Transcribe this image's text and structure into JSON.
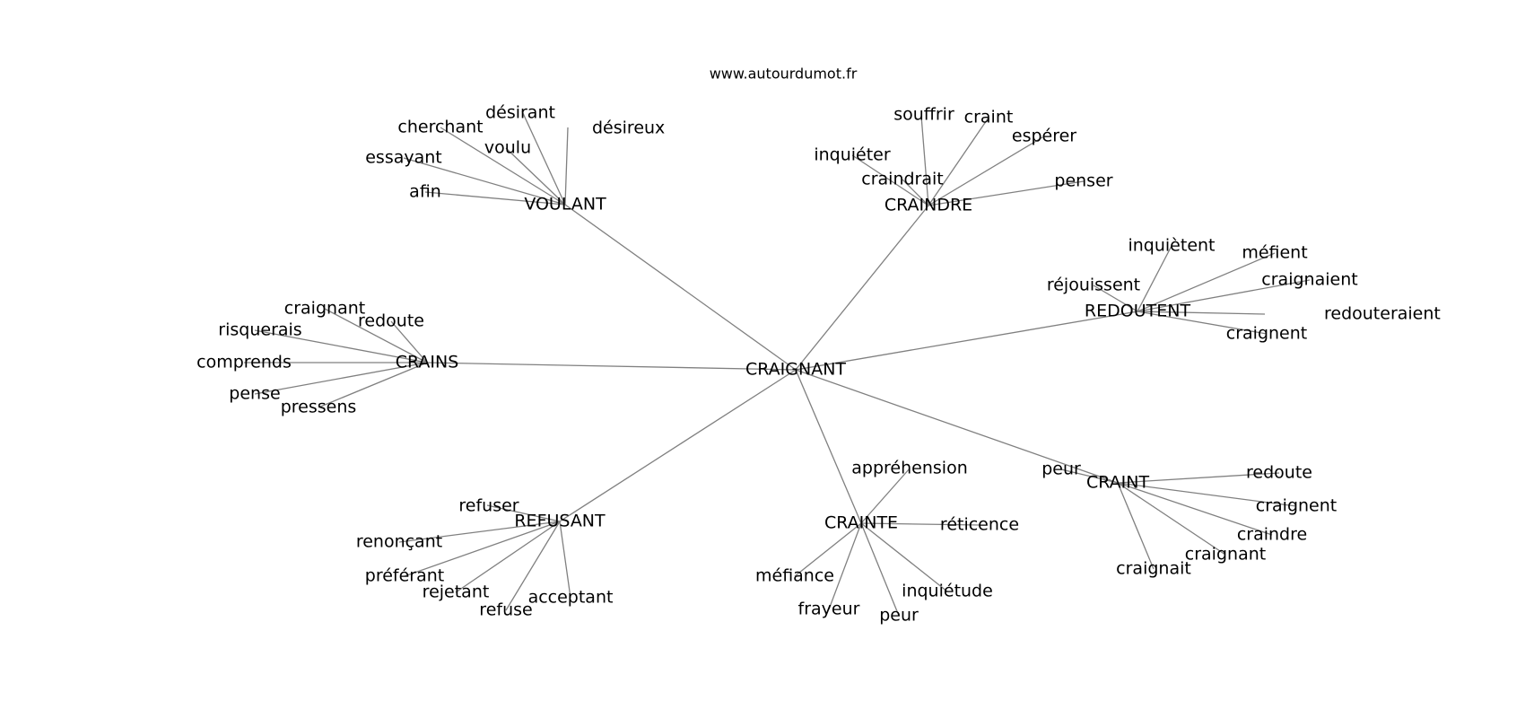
{
  "site": "www.autourdumot.fr",
  "colors": {
    "edge": "#808080",
    "text": "#000000",
    "background": "#ffffff"
  },
  "graph": {
    "center": "CRAIGNANT",
    "hubs": [
      {
        "id": "VOULANT",
        "label": "VOULANT",
        "leaves": [
          "désirant",
          "cherchant",
          "désireux",
          "voulu",
          "essayant",
          "afin"
        ]
      },
      {
        "id": "CRAINDRE",
        "label": "CRAINDRE",
        "leaves": [
          "souffrir",
          "craint",
          "espérer",
          "inquiéter",
          "craindrait",
          "penser"
        ]
      },
      {
        "id": "REDOUTENT",
        "label": "REDOUTENT",
        "leaves": [
          "inquiètent",
          "méfient",
          "réjouissent",
          "craignaient",
          "redouteraient",
          "craignent"
        ]
      },
      {
        "id": "CRAINS",
        "label": "CRAINS",
        "leaves": [
          "craignant",
          "redoute",
          "risquerais",
          "comprends",
          "pense",
          "pressens"
        ]
      },
      {
        "id": "REFUSANT",
        "label": "REFUSANT",
        "leaves": [
          "refuser",
          "renonçant",
          "préférant",
          "rejetant",
          "refuse",
          "acceptant"
        ]
      },
      {
        "id": "CRAINTE",
        "label": "CRAINTE",
        "leaves": [
          "appréhension",
          "réticence",
          "méfiance",
          "inquiétude",
          "frayeur",
          "peur"
        ]
      },
      {
        "id": "CRAINT",
        "label": "CRAINT",
        "leaves": [
          "peur",
          "redoute",
          "craignent",
          "craindre",
          "craignant",
          "craignait"
        ]
      }
    ]
  }
}
